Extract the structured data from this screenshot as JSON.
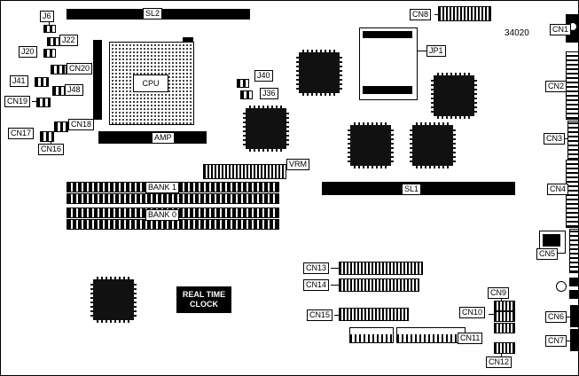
{
  "diagram": {
    "part_number": "34020",
    "labels": {
      "j6": "J6",
      "sl2": "SL2",
      "cn8": "CN8",
      "cn1": "CN1",
      "j22": "J22",
      "j20": "J20",
      "jp1": "JP1",
      "cn20": "CN20",
      "j41": "J41",
      "j48": "J48",
      "j40": "J40",
      "j36": "J36",
      "cn2": "CN2",
      "cn19": "CN19",
      "cn18": "CN18",
      "cn17": "CN17",
      "cn16": "CN16",
      "cpu": "CPU",
      "amp": "AMP",
      "cn3": "CN3",
      "vrm": "VRM",
      "sl1": "SL1",
      "bank1": "BANK 1",
      "bank0": "BANK 0",
      "cn4": "CN4",
      "cn5": "CN5",
      "cn13": "CN13",
      "cn14": "CN14",
      "cn15": "CN15",
      "cn9": "CN9",
      "cn10": "CN10",
      "cn6": "CN6",
      "cn11": "CN11",
      "cn7": "CN7",
      "cn12": "CN12"
    },
    "rtc": {
      "line1": "REAL TIME",
      "line2": "CLOCK"
    },
    "colors": {
      "ink": "#000000",
      "board": "#ffffff",
      "chip": "#111111"
    }
  }
}
